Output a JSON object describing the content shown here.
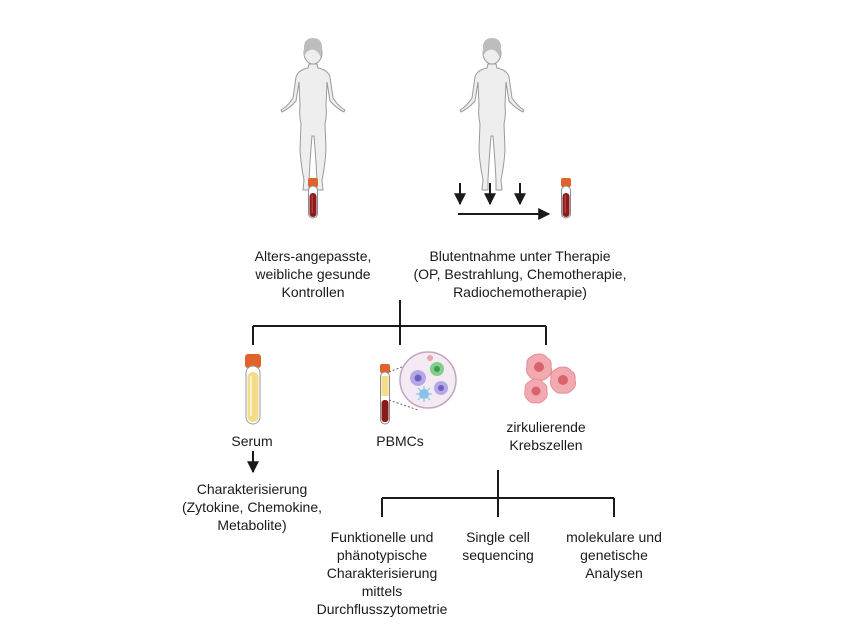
{
  "labels": {
    "controls": "Alters-angepasste,\nweibliche gesunde\nKontrollen",
    "therapy": "Blutentnahme unter Therapie\n(OP, Bestrahlung, Chemotherapie,\nRadiochemotherapie)",
    "serum": "Serum",
    "pbmc": "PBMCs",
    "ctc": "zirkulierende\nKrebszellen",
    "characterization": "Charakterisierung\n(Zytokine, Chemokine,\nMetabolite)",
    "flow": "Funktionelle und\nphänotypische\nCharakterisierung\nmittels\nDurchflusszytometrie",
    "single_cell": "Single cell\nsequencing",
    "molecular": "molekulare und\ngenetische\nAnalysen"
  },
  "colors": {
    "line": "#1a1a1a",
    "figure_fill": "#eeeeee",
    "figure_stroke": "#9a9a9a",
    "tube_cap": "#e2622c",
    "blood": "#8b1a1a",
    "serum": "#f3dc8a",
    "cell_fill": "#f2aab0",
    "cell_nucleus": "#d9636d",
    "pbmc_bg": "#f3eaf3"
  },
  "icons": [
    "female-figure-icon",
    "blood-tube-icon",
    "serum-tube-icon",
    "pbmc-tube-icon",
    "pbmc-zoom-icon",
    "cancer-cell-icon"
  ]
}
